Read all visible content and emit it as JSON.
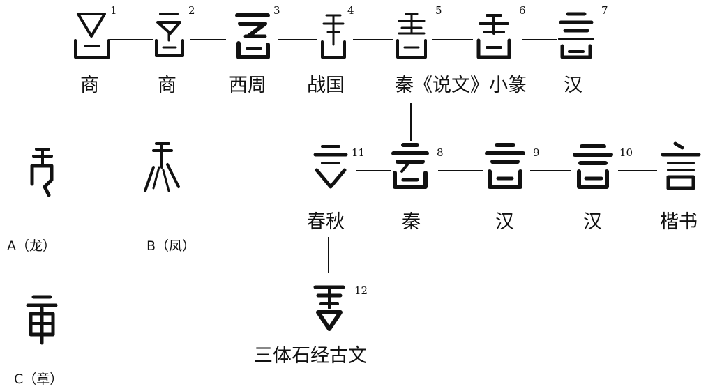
{
  "glyphs": [
    {
      "id": "g1",
      "number": "1",
      "period": "商"
    },
    {
      "id": "g2",
      "number": "2",
      "period": "商"
    },
    {
      "id": "g3",
      "number": "3",
      "period": "西周"
    },
    {
      "id": "g4",
      "number": "4",
      "period": "战国"
    },
    {
      "id": "g5",
      "number": "5",
      "period": "秦《说文》小篆"
    },
    {
      "id": "g6",
      "number": "6",
      "period": ""
    },
    {
      "id": "g7",
      "number": "7",
      "period": "汉"
    },
    {
      "id": "g11",
      "number": "11",
      "period": "春秋"
    },
    {
      "id": "g8",
      "number": "8",
      "period": "秦"
    },
    {
      "id": "g9",
      "number": "9",
      "period": "汉"
    },
    {
      "id": "g10",
      "number": "10",
      "period": "汉"
    },
    {
      "id": "g13",
      "number": "",
      "period": "楷书"
    },
    {
      "id": "g12",
      "number": "12",
      "period": "三体石经古文"
    }
  ],
  "side_examples": [
    {
      "id": "A",
      "label": "A（龙）"
    },
    {
      "id": "B",
      "label": "B（凤）"
    },
    {
      "id": "C",
      "label": "C（章）"
    }
  ],
  "modern_character": "言"
}
